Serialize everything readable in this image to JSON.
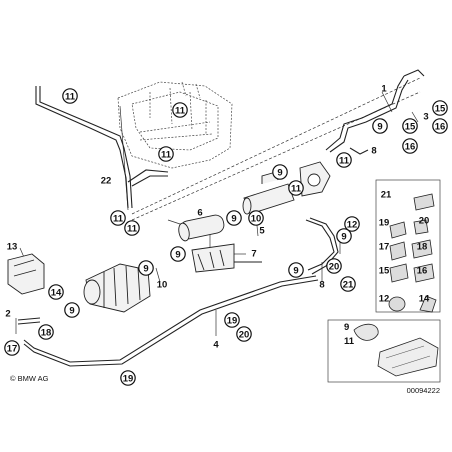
{
  "diagram": {
    "copyright": "© BMW AG",
    "part_number": "00094222",
    "callouts": [
      {
        "id": "c11a",
        "label": "11",
        "style": "circle"
      },
      {
        "id": "c11b",
        "label": "11",
        "style": "circle"
      },
      {
        "id": "c22",
        "label": "22",
        "style": "plain"
      },
      {
        "id": "c11c",
        "label": "11",
        "style": "circle"
      },
      {
        "id": "c11d",
        "label": "11",
        "style": "circle"
      },
      {
        "id": "c11e",
        "label": "11",
        "style": "circle"
      },
      {
        "id": "c1",
        "label": "1",
        "style": "plain"
      },
      {
        "id": "c15",
        "label": "15",
        "style": "circle"
      },
      {
        "id": "c3",
        "label": "3",
        "style": "plain"
      },
      {
        "id": "c16a",
        "label": "16",
        "style": "circle"
      },
      {
        "id": "c9a",
        "label": "9",
        "style": "circle"
      },
      {
        "id": "c15b",
        "label": "15",
        "style": "circle"
      },
      {
        "id": "c16b",
        "label": "16",
        "style": "circle"
      },
      {
        "id": "c8a",
        "label": "8",
        "style": "plain"
      },
      {
        "id": "c11f",
        "label": "11",
        "style": "circle"
      },
      {
        "id": "c9b",
        "label": "9",
        "style": "circle"
      },
      {
        "id": "c11g",
        "label": "11",
        "style": "circle"
      },
      {
        "id": "c6",
        "label": "6",
        "style": "plain"
      },
      {
        "id": "c9c",
        "label": "9",
        "style": "circle"
      },
      {
        "id": "c10a",
        "label": "10",
        "style": "circle"
      },
      {
        "id": "c5",
        "label": "5",
        "style": "plain"
      },
      {
        "id": "c12",
        "label": "12",
        "style": "circle"
      },
      {
        "id": "c9d",
        "label": "9",
        "style": "circle"
      },
      {
        "id": "c7",
        "label": "7",
        "style": "plain"
      },
      {
        "id": "c9e",
        "label": "9",
        "style": "circle"
      },
      {
        "id": "c10b",
        "label": "10",
        "style": "plain"
      },
      {
        "id": "c9f",
        "label": "9",
        "style": "circle"
      },
      {
        "id": "c9g",
        "label": "9",
        "style": "circle"
      },
      {
        "id": "c8b",
        "label": "8",
        "style": "plain"
      },
      {
        "id": "c20a",
        "label": "20",
        "style": "circle"
      },
      {
        "id": "c21a",
        "label": "21",
        "style": "circle"
      },
      {
        "id": "c13",
        "label": "13",
        "style": "plain"
      },
      {
        "id": "c14",
        "label": "14",
        "style": "circle"
      },
      {
        "id": "c9h",
        "label": "9",
        "style": "circle"
      },
      {
        "id": "c2",
        "label": "2",
        "style": "plain"
      },
      {
        "id": "c18",
        "label": "18",
        "style": "circle"
      },
      {
        "id": "c17",
        "label": "17",
        "style": "circle"
      },
      {
        "id": "c4",
        "label": "4",
        "style": "plain"
      },
      {
        "id": "c19a",
        "label": "19",
        "style": "circle"
      },
      {
        "id": "c20b",
        "label": "20",
        "style": "circle"
      },
      {
        "id": "c19b",
        "label": "19",
        "style": "circle"
      }
    ],
    "legend_parts": [
      {
        "id": "l21",
        "label": "21"
      },
      {
        "id": "l19",
        "label": "19"
      },
      {
        "id": "l20",
        "label": "20"
      },
      {
        "id": "l17",
        "label": "17"
      },
      {
        "id": "l18",
        "label": "18"
      },
      {
        "id": "l15",
        "label": "15"
      },
      {
        "id": "l16",
        "label": "16"
      },
      {
        "id": "l12",
        "label": "12"
      },
      {
        "id": "l14",
        "label": "14"
      }
    ],
    "inset_labels": {
      "top": "9",
      "bottom": "11"
    }
  }
}
